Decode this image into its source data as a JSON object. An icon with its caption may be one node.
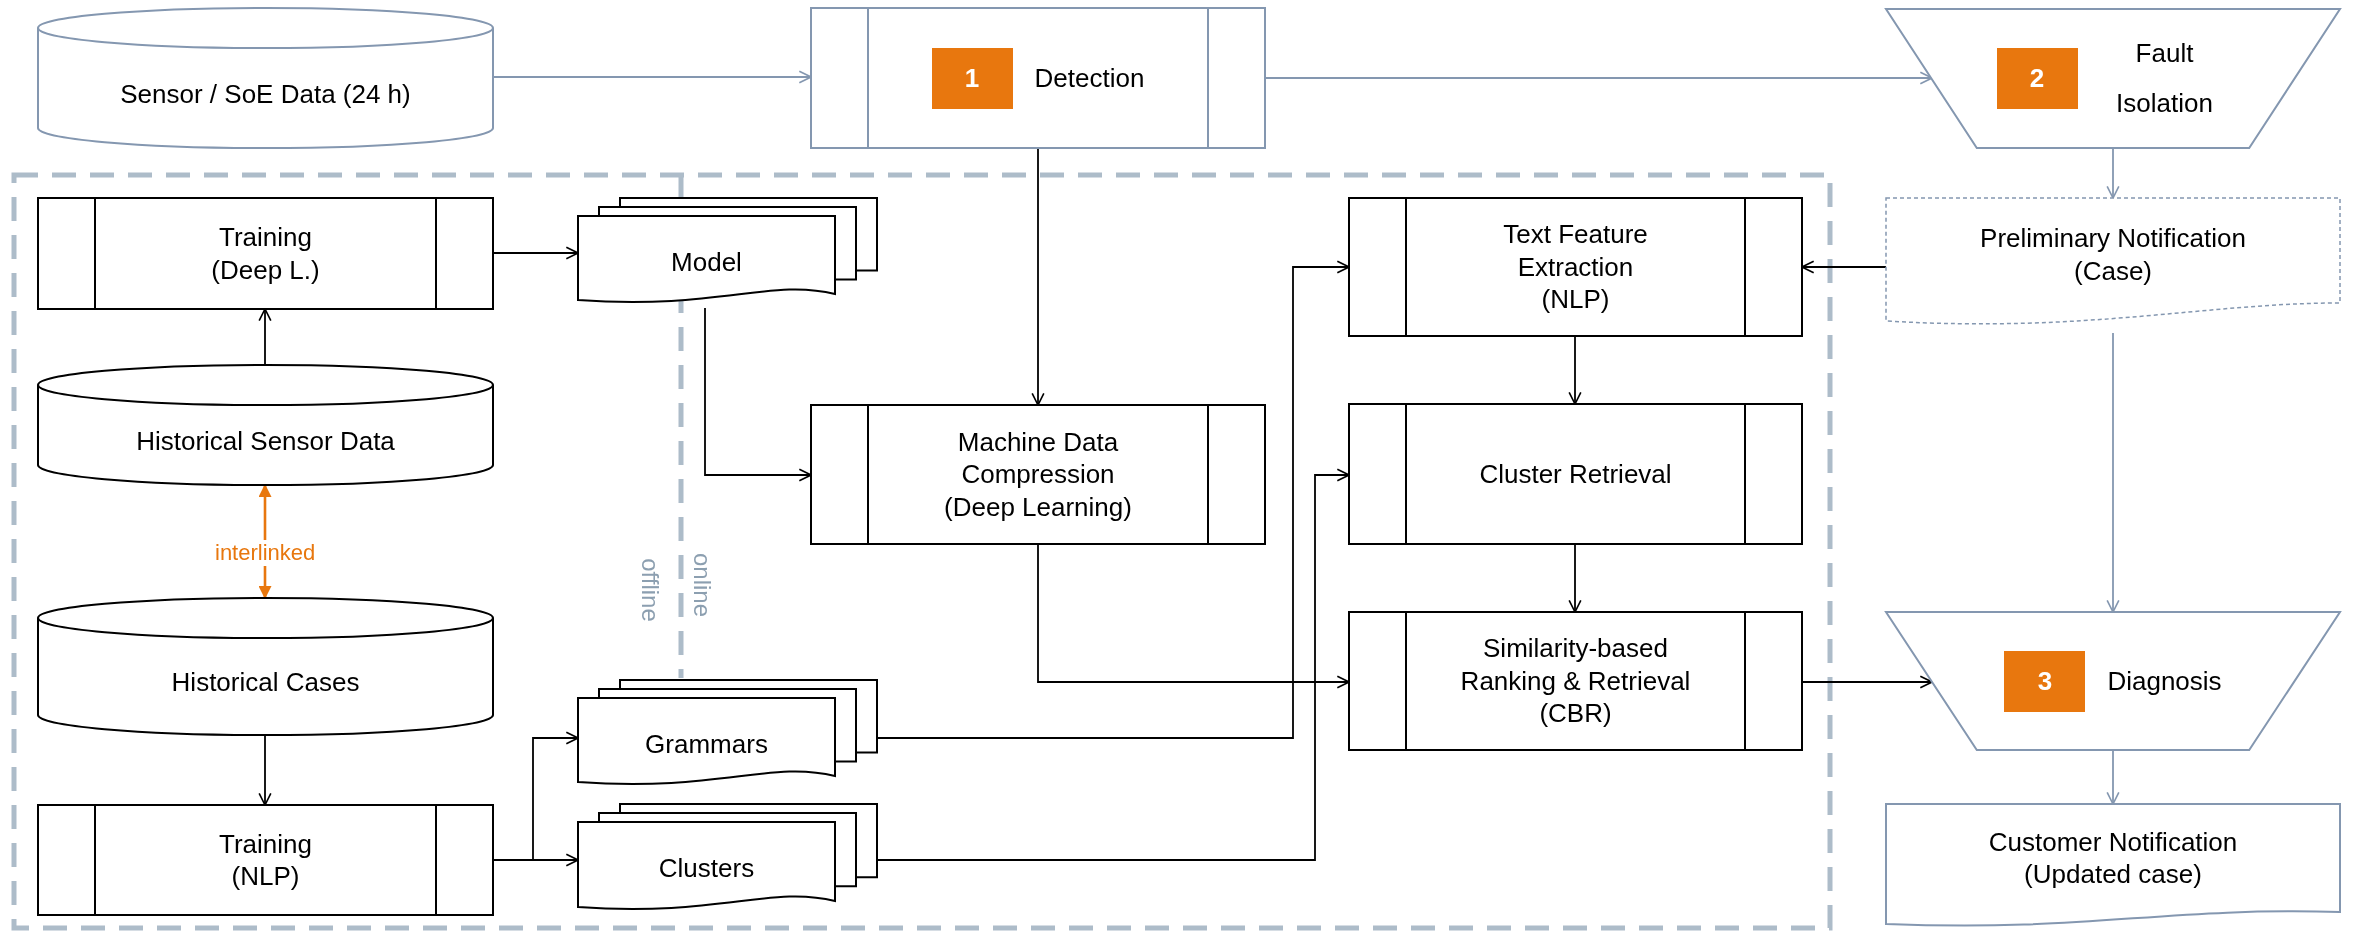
{
  "diagram": {
    "nodes": [
      {
        "text": [
          "Sensor / SoE Data (24 h)"
        ]
      },
      {
        "text": [
          "1",
          "Detection"
        ]
      },
      {
        "text": [
          "2",
          "Fault Isolation"
        ]
      },
      {
        "text": [
          "Training (Deep L.)"
        ]
      },
      {
        "text": [
          "Model"
        ]
      },
      {
        "text": [
          "Text Feature Extraction (NLP)"
        ]
      },
      {
        "text": [
          "Preliminary Notification (Case)"
        ]
      },
      {
        "text": [
          "Historical Sensor Data"
        ]
      },
      {
        "text": [
          "Machine Data Compression (Deep Learning)"
        ]
      },
      {
        "text": [
          "Cluster Retrieval"
        ]
      },
      {
        "text": [
          "Historical Cases"
        ]
      },
      {
        "text": [
          "Similarity-based Ranking & Retrieval (CBR)"
        ]
      },
      {
        "text": [
          "3",
          "Diagnosis"
        ]
      },
      {
        "text": [
          "Grammars"
        ]
      },
      {
        "text": [
          "Training (NLP)"
        ]
      },
      {
        "text": [
          "Clusters"
        ]
      },
      {
        "text": [
          "Customer Notification (Updated case)"
        ]
      }
    ],
    "edges": [
      {
        "from": 0,
        "to": 1,
        "arrow": "to",
        "color": "#8497b0"
      },
      {
        "from": 1,
        "to": 2,
        "arrow": "to",
        "color": "#8497b0"
      },
      {
        "from": 2,
        "to": 6,
        "arrow": "to",
        "color": "#8497b0"
      },
      {
        "from": 6,
        "to": 5,
        "arrow": "to"
      },
      {
        "from": 6,
        "to": 12,
        "arrow": "to",
        "color": "#8497b0"
      },
      {
        "from": 12,
        "to": 16,
        "arrow": "to",
        "color": "#8497b0"
      },
      {
        "from": 1,
        "to": 8,
        "arrow": "to"
      },
      {
        "from": 3,
        "to": 4,
        "arrow": "to"
      },
      {
        "from": 7,
        "to": 3,
        "arrow": "to"
      },
      {
        "from": 7,
        "to": 10,
        "arrow": "both",
        "label": "interlinked",
        "color": "#e8770e"
      },
      {
        "from": 10,
        "to": 14,
        "arrow": "to"
      },
      {
        "from": 14,
        "to": 13,
        "arrow": "to"
      },
      {
        "from": 14,
        "to": 15,
        "arrow": "to"
      },
      {
        "from": 4,
        "to": 8,
        "arrow": "to"
      },
      {
        "from": 8,
        "to": 11,
        "arrow": "to"
      },
      {
        "from": 13,
        "to": 5,
        "arrow": "to"
      },
      {
        "from": 15,
        "to": 9,
        "arrow": "to"
      },
      {
        "from": 5,
        "to": 9,
        "arrow": "to"
      },
      {
        "from": 9,
        "to": 11,
        "arrow": "to"
      },
      {
        "from": 11,
        "to": 12,
        "arrow": "to"
      }
    ],
    "labels": [
      "offline",
      "online"
    ]
  }
}
